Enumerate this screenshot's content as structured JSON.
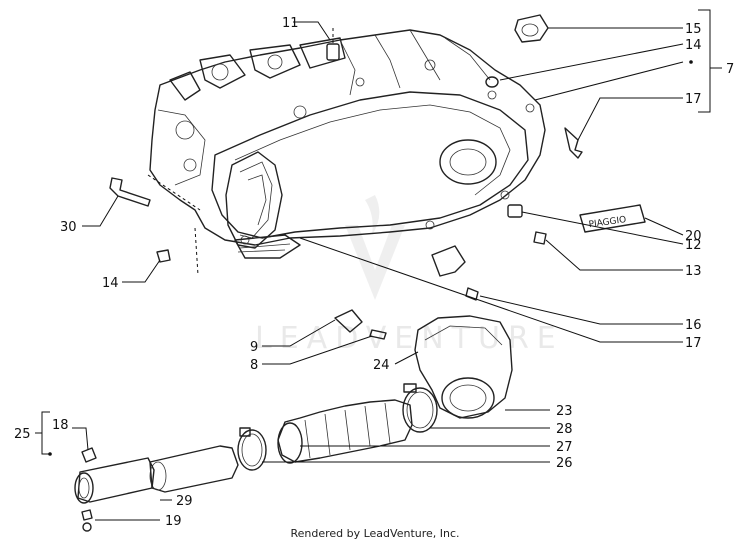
{
  "diagram": {
    "callouts": {
      "c11": "11",
      "c15": "15",
      "c14a": "14",
      "c7": "7",
      "c17a": "17",
      "c30": "30",
      "c14b": "14",
      "c20": "20",
      "c12": "12",
      "c13": "13",
      "c16": "16",
      "c17b": "17",
      "c9": "9",
      "c8": "8",
      "c24": "24",
      "c23": "23",
      "c28a": "28",
      "c27": "27",
      "c26": "26",
      "c25": "25",
      "c18": "18",
      "c29": "29",
      "c19": "19"
    },
    "badge_text": "PIAGGIO",
    "watermark": "LEADVENTURE",
    "credit": "Rendered by LeadVenture, Inc."
  }
}
